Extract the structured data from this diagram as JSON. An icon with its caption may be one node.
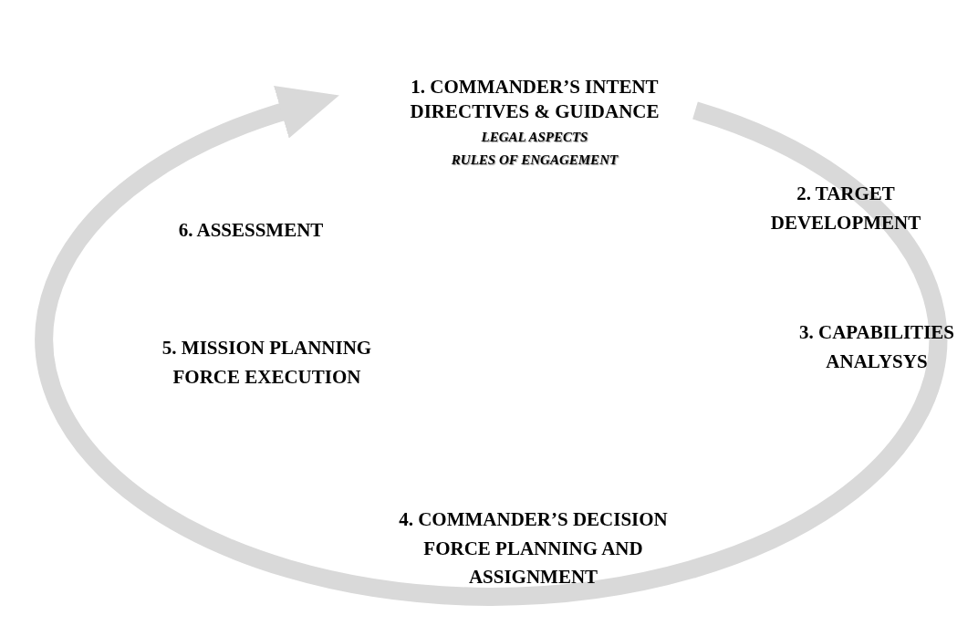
{
  "diagram": {
    "labels": [
      "1. COMMANDER’S INTENT DIRECTIVES & GUIDANCE",
      "LEGAL ASPECTS",
      "RULES OF ENGAGEMENT",
      "6. ASSESSMENT",
      "2. TARGET DEVELOPMENT",
      "5. MISSION PLANNING FORCE EXECUTION",
      "3. CAPABILITIES ANALYSYS",
      "4. COMMANDER’S DECISION FORCE PLANNING AND ASSIGNMENT"
    ]
  }
}
